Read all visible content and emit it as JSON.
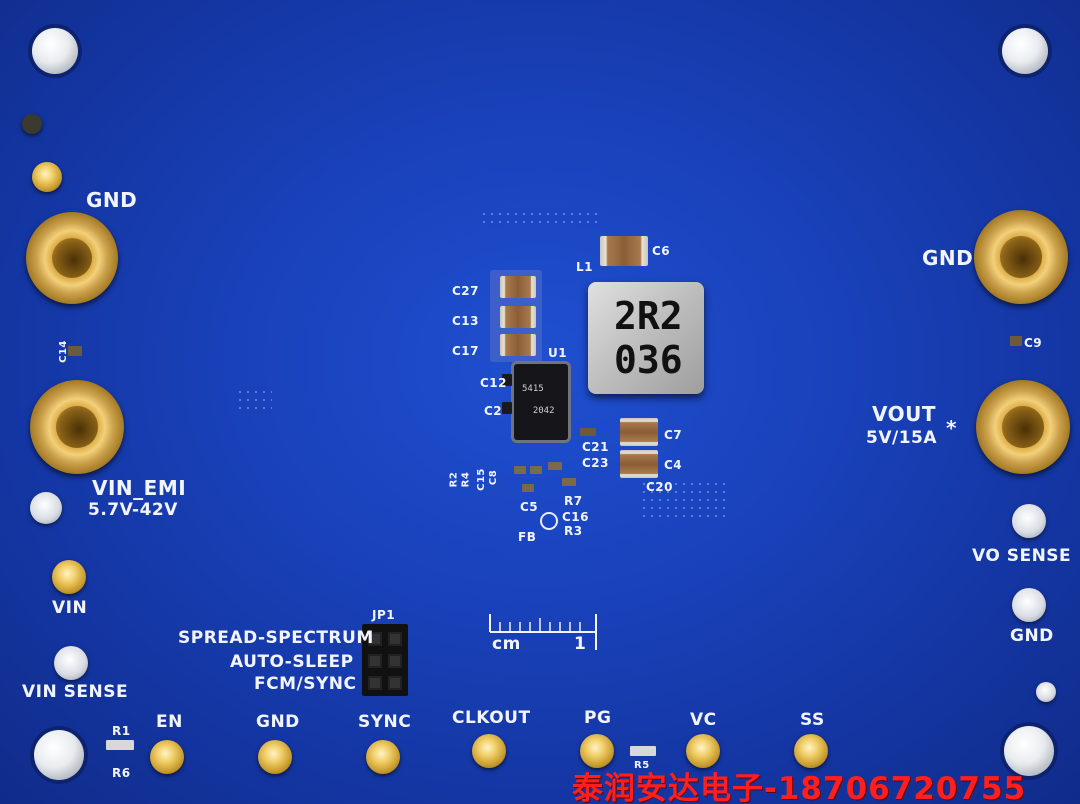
{
  "board": {
    "labels": {
      "gnd_left": "GND",
      "gnd_right": "GND",
      "vin_emi": "VIN_EMI",
      "vin_range": "5.7V-42V",
      "vin": "VIN",
      "vin_sense": "VIN SENSE",
      "vout": "VOUT",
      "vout_rating": "5V/15A",
      "asterisk": "*",
      "vo_sense": "VO SENSE",
      "gnd_right_lower": "GND",
      "jp1": "JP1",
      "spread_spectrum": "SPREAD-SPECTRUM",
      "auto_sleep": "AUTO-SLEEP",
      "fcm_sync": "FCM/SYNC",
      "ruler_cm": "cm",
      "ruler_one": "1",
      "pin_en": "EN",
      "pin_gnd": "GND",
      "pin_sync": "SYNC",
      "pin_clkout": "CLKOUT",
      "pin_pg": "PG",
      "pin_vc": "VC",
      "pin_ss": "SS",
      "fb": "FB"
    },
    "designators": {
      "c6": "C6",
      "l1": "L1",
      "c27": "C27",
      "c13": "C13",
      "c17": "C17",
      "u1": "U1",
      "c12": "C12",
      "c2": "C2",
      "c7": "C7",
      "c21": "C21",
      "c23": "C23",
      "c4": "C4",
      "c20": "C20",
      "r2": "R2",
      "r4": "R4",
      "c15": "C15",
      "c8": "C8",
      "r7": "R7",
      "c5": "C5",
      "c16": "C16",
      "r3": "R3",
      "c14": "C14",
      "c9": "C9",
      "r1": "R1",
      "r6": "R6",
      "r5": "R5"
    },
    "inductor_marking": "2R2\n036",
    "ic_marking": "5415\n  \n  2042"
  },
  "watermark": "泰润安达电子-18706720755"
}
